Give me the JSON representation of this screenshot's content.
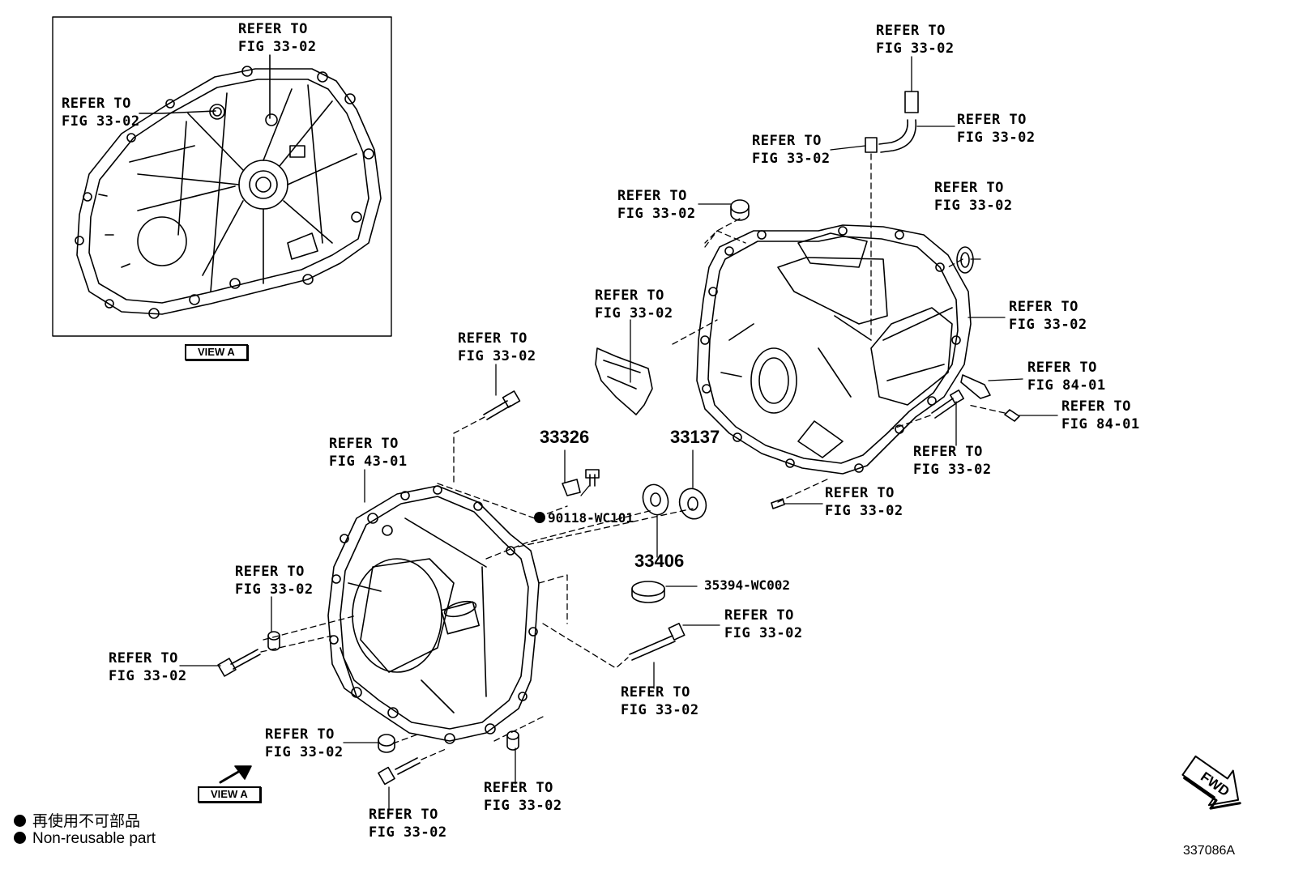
{
  "refer_label": "REFER TO",
  "figs": {
    "f3302": "FIG 33-02",
    "f4301": "FIG 43-01",
    "f8401": "FIG 84-01"
  },
  "parts": {
    "p33326": "33326",
    "p33137": "33137",
    "p33406": "33406",
    "p90118": "90118-WC101",
    "p35394": "35394-WC002"
  },
  "view_label": "VIEW A",
  "fwd_label": "FWD",
  "legend": {
    "jp": "再使用不可部品",
    "en": "Non-reusable part"
  },
  "doc_id": "337086A",
  "icons": {
    "non_reusable": "filled-circle-icon",
    "forward": "fwd-arrow-icon",
    "view": "view-arrow-icon"
  },
  "colors": {
    "ink": "#000000",
    "paper": "#ffffff"
  }
}
